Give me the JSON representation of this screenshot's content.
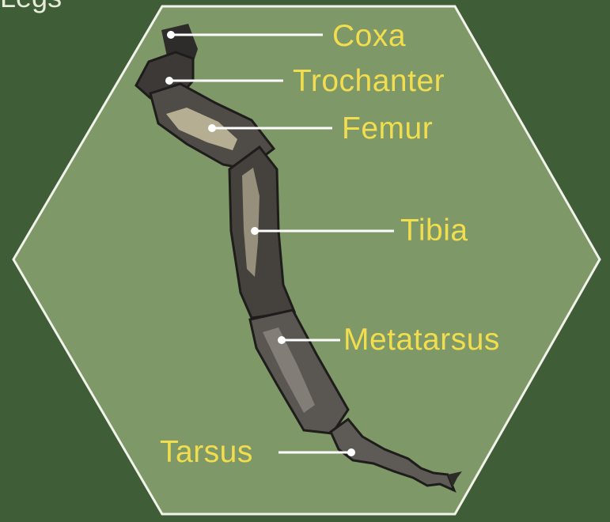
{
  "diagram": {
    "header_fragment": "Legs",
    "labels": {
      "coxa": "Coxa",
      "trochanter": "Trochanter",
      "femur": "Femur",
      "tibia": "Tibia",
      "metatarsus": "Metatarsus",
      "tarsus": "Tarsus"
    }
  },
  "colors": {
    "background": "#3f5e38",
    "panel": "#7e9868",
    "label_text": "#f2dd4e",
    "leader_line": "#ffffff",
    "leg_dark": "#2e2c2a",
    "leg_mid": "#5a5652",
    "leg_highlight": "#c8c0a0"
  }
}
